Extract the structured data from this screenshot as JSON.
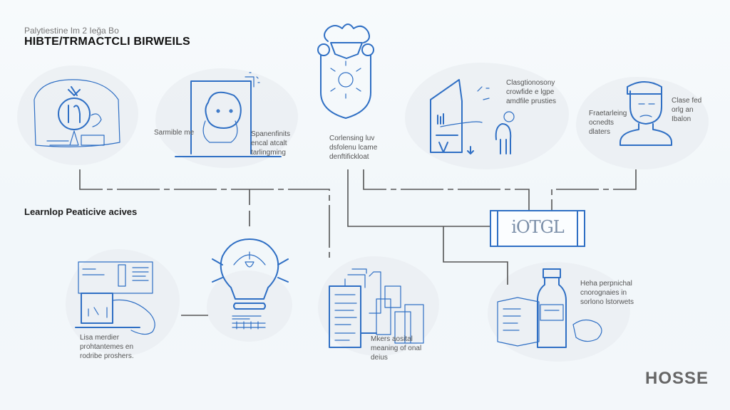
{
  "header": {
    "subtitle": "Palytiestine Im 2 Ieğa Bo",
    "title": "HIBTE/TRMACTCLI BIRWEILS"
  },
  "section_label": "Learnlop Peaticive acives",
  "nodes": [
    {
      "id": "globe-emblem",
      "icon": "globe-emblem-icon",
      "caption": []
    },
    {
      "id": "character-frame",
      "icon": "character-frame-icon",
      "caption_left": [
        "Sarmible me"
      ],
      "caption_right": [
        "Spanenfinits",
        "encal atcalt",
        "tarlingming"
      ]
    },
    {
      "id": "shield",
      "icon": "shield-crest-icon",
      "caption": [
        "Corlensing luv",
        "dsfolenu lcame",
        "denftifickloat"
      ]
    },
    {
      "id": "house-person",
      "icon": "house-person-icon",
      "caption": [
        "Clasgtionosony",
        "crowfide e lgpe",
        "amdfile prusties"
      ]
    },
    {
      "id": "person",
      "icon": "person-icon",
      "caption_left": [
        "Fraetarleing",
        "ocnedts",
        "dlaters"
      ],
      "caption_right": [
        "Clase fed",
        "orlg an",
        "Ibalon"
      ]
    },
    {
      "id": "documents-screen",
      "icon": "documents-screen-icon",
      "caption": [
        "Lisa merdier",
        "prohtantemes en",
        "rodribe proshers."
      ]
    },
    {
      "id": "lightbulb",
      "icon": "lightbulb-icon",
      "caption": []
    },
    {
      "id": "files",
      "icon": "files-stack-icon",
      "caption": [
        "Mkers aosital",
        "meaning of onal",
        "deius"
      ]
    },
    {
      "id": "bottle",
      "icon": "bottle-box-icon",
      "caption": [
        "Heha perpnichal",
        "cnorognaies in",
        "sorlono lstorwets"
      ]
    }
  ],
  "center_logo": {
    "text": "iOTGL"
  },
  "brand_mark": {
    "text": "HOSSE"
  },
  "colors": {
    "accent": "#2f6fc4",
    "connector": "#555555",
    "background": "#f4f8fa",
    "blob": "#e9eef2"
  }
}
